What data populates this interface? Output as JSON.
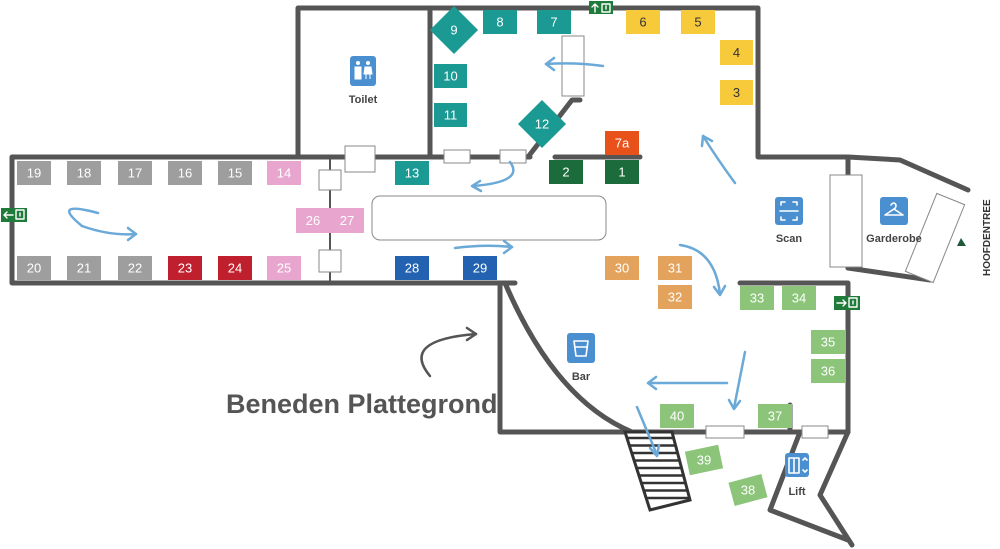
{
  "title": "Beneden Plattegrond",
  "colors": {
    "grey": "#9e9e9e",
    "pink": "#e8a6cf",
    "red": "#c0202e",
    "teal": "#1a9a93",
    "darkgreen": "#1c6b3b",
    "orange_red": "#e8521a",
    "yellow": "#f6ca3b",
    "tan": "#e3a35d",
    "blue": "#2262b0",
    "lightgreen": "#8cc47a",
    "icon_blue": "#4a90d0",
    "arrow_blue": "#6aa9d8",
    "wall": "#555555"
  },
  "rooms": {
    "toilet": "Toilet",
    "scan": "Scan",
    "garderobe": "Garderobe",
    "bar": "Bar",
    "lift": "Lift",
    "entrance": "HOOFDENTREE"
  },
  "icons": {
    "toilet": "toilet-icon",
    "scan": "scan-icon",
    "garderobe": "hanger-icon",
    "bar": "glass-icon",
    "lift": "elevator-icon",
    "exit": "emergency-exit-icon"
  },
  "stands": [
    {
      "label": "1",
      "color": "darkgreen"
    },
    {
      "label": "2",
      "color": "darkgreen"
    },
    {
      "label": "3",
      "color": "yellow"
    },
    {
      "label": "4",
      "color": "yellow"
    },
    {
      "label": "5",
      "color": "yellow"
    },
    {
      "label": "6",
      "color": "yellow"
    },
    {
      "label": "7",
      "color": "teal"
    },
    {
      "label": "7a",
      "color": "orange_red"
    },
    {
      "label": "8",
      "color": "teal"
    },
    {
      "label": "9",
      "color": "teal"
    },
    {
      "label": "10",
      "color": "teal"
    },
    {
      "label": "11",
      "color": "teal"
    },
    {
      "label": "12",
      "color": "teal"
    },
    {
      "label": "13",
      "color": "teal"
    },
    {
      "label": "14",
      "color": "pink"
    },
    {
      "label": "15",
      "color": "grey"
    },
    {
      "label": "16",
      "color": "grey"
    },
    {
      "label": "17",
      "color": "grey"
    },
    {
      "label": "18",
      "color": "grey"
    },
    {
      "label": "19",
      "color": "grey"
    },
    {
      "label": "20",
      "color": "grey"
    },
    {
      "label": "21",
      "color": "grey"
    },
    {
      "label": "22",
      "color": "grey"
    },
    {
      "label": "23",
      "color": "red"
    },
    {
      "label": "24",
      "color": "red"
    },
    {
      "label": "25",
      "color": "pink"
    },
    {
      "label": "26",
      "color": "pink"
    },
    {
      "label": "27",
      "color": "pink"
    },
    {
      "label": "28",
      "color": "blue"
    },
    {
      "label": "29",
      "color": "blue"
    },
    {
      "label": "30",
      "color": "tan"
    },
    {
      "label": "31",
      "color": "tan"
    },
    {
      "label": "32",
      "color": "tan"
    },
    {
      "label": "33",
      "color": "lightgreen"
    },
    {
      "label": "34",
      "color": "lightgreen"
    },
    {
      "label": "35",
      "color": "lightgreen"
    },
    {
      "label": "36",
      "color": "lightgreen"
    },
    {
      "label": "37",
      "color": "lightgreen"
    },
    {
      "label": "38",
      "color": "lightgreen"
    },
    {
      "label": "39",
      "color": "lightgreen"
    },
    {
      "label": "40",
      "color": "lightgreen"
    }
  ]
}
